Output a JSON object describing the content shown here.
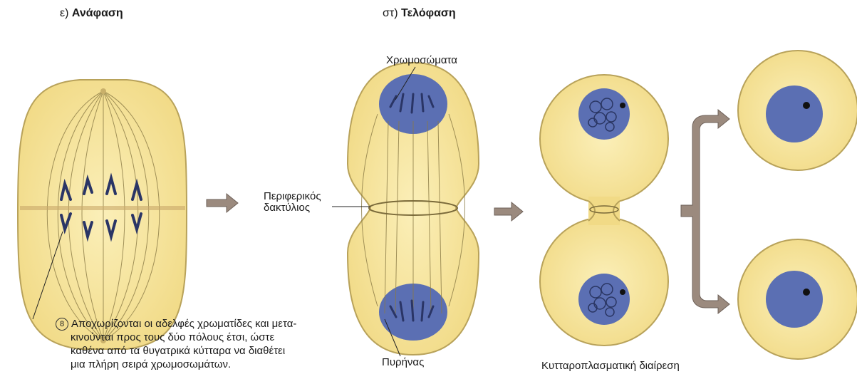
{
  "headings": {
    "anaphase_prefix": "ε)",
    "anaphase": "Ανάφαση",
    "telophase_prefix": "στ)",
    "telophase": "Τελόφαση"
  },
  "labels": {
    "chromosomes": "Χρωμοσώματα",
    "ring_line1": "Περιφερικός",
    "ring_line2": "δακτύλιος",
    "nucleus": "Πυρήνας",
    "cytokinesis": "Κυτταροπλασματική διαίρεση"
  },
  "caption": {
    "number": "8",
    "line1": "Αποχωρίζονται οι αδελφές χρωματίδες και μετα-",
    "line2": "κινούνται προς τους δύο πόλους έτσι, ώστε",
    "line3": "καθένα από τα θυγατρικά κύτταρα να διαθέτει",
    "line4": "μια πλήρη σειρά χρωμοσωμάτων."
  },
  "colors": {
    "cytoplasm": "#f6e49a",
    "cell_outline": "#b8a25a",
    "nucleus": "#5b6fb3",
    "chromosome": "#2a3566",
    "arrow": "#9b8a7e"
  }
}
